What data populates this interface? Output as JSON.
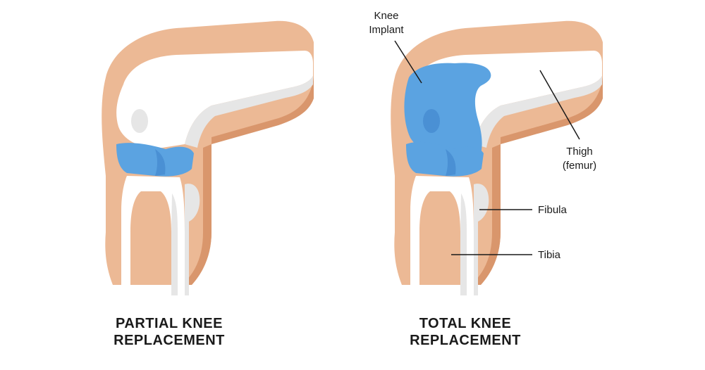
{
  "colors": {
    "skin": "#ECB995",
    "skin_dark": "#D9966C",
    "bone": "#FFFFFF",
    "bone_shade": "#E6E6E6",
    "implant": "#5BA3E1",
    "implant_dark": "#4A90D4",
    "text": "#1A1A1A"
  },
  "diagrams": [
    {
      "caption_line1": "PARTIAL KNEE",
      "caption_line2": "REPLACEMENT"
    },
    {
      "caption_line1": "TOTAL KNEE",
      "caption_line2": "REPLACEMENT",
      "labels": {
        "implant_line1": "Knee",
        "implant_line2": "Implant",
        "thigh_line1": "Thigh",
        "thigh_line2": "(femur)",
        "fibula": "Fibula",
        "tibia": "Tibia"
      }
    }
  ]
}
